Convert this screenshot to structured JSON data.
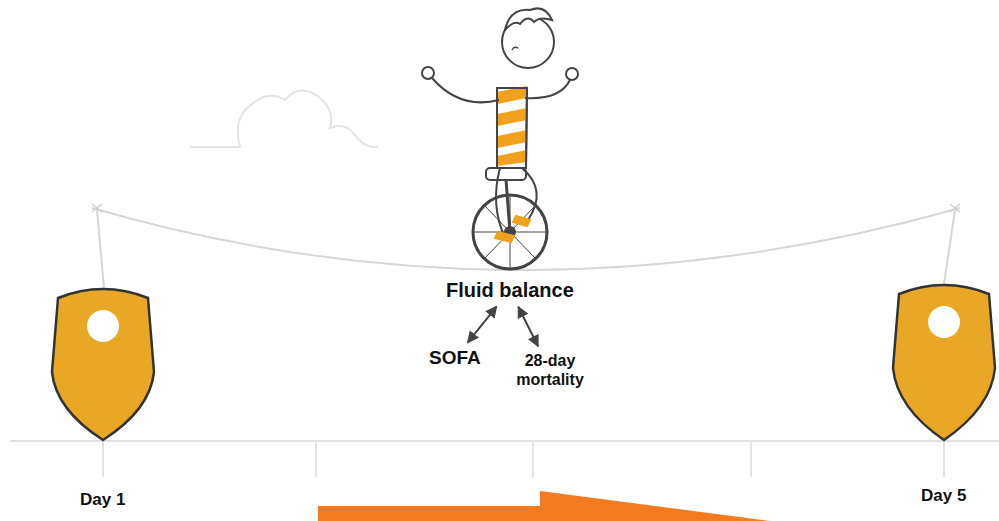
{
  "diagram": {
    "nodes": [
      {
        "text": [
          "Fluid balance"
        ]
      },
      {
        "text": [
          "SOFA"
        ]
      },
      {
        "text": [
          "28-day mortality"
        ]
      }
    ],
    "edges": [
      {
        "from": 0,
        "to": 1,
        "arrow": "both"
      },
      {
        "from": 0,
        "to": 2,
        "arrow": "both"
      }
    ],
    "labels": [
      "Day 1",
      "Day 5"
    ]
  }
}
